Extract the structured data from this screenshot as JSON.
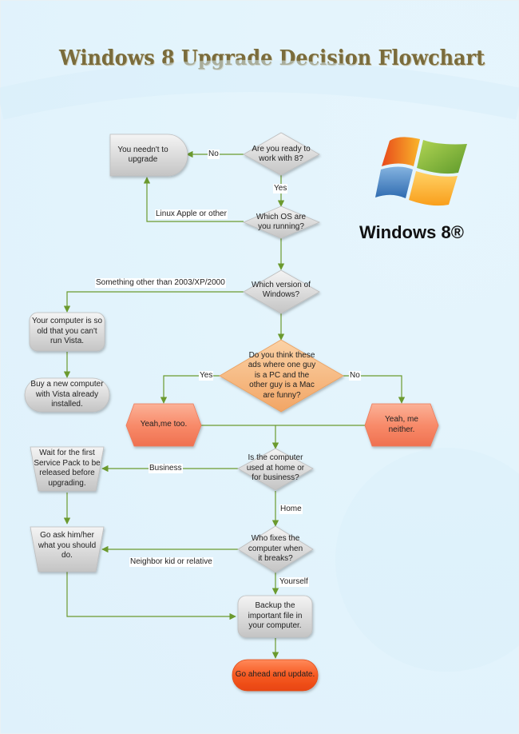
{
  "title": "Windows 8 Upgrade Decision Flowchart",
  "brand": {
    "logo": "windows-logo-icon",
    "label": "Windows 8®"
  },
  "colors": {
    "connector": "#6b9a2e",
    "gray_node": "#d9d9d9",
    "orange_decision": "#f5b47e",
    "salmon_hexagon": "#f78a6b",
    "red_terminal": "#f2541e",
    "title": "#7a6c3c"
  },
  "nodes": {
    "ready": "Are you ready to work with 8?",
    "no_need": "You needn't to upgrade",
    "which_os": "Which OS are you running?",
    "which_version": "Which version of Windows?",
    "too_old": "Your computer is so old that you can't run Vista.",
    "buy_new": "Buy a new computer with Vista already installed.",
    "ads_funny": "Do you think these ads where one guy is a PC and the other guy is a Mac are funny?",
    "yeah_too": "Yeah,me too.",
    "yeah_neither": "Yeah, me neither.",
    "home_business": "Is the computer used at home or for business?",
    "wait_sp": "Wait for the first Service Pack to be released before upgrading.",
    "who_fixes": "Who fixes the computer when it breaks?",
    "go_ask": "Go ask him/her what you should do.",
    "backup": "Backup the important file in your computer.",
    "go_ahead": "Go ahead and update."
  },
  "edge_labels": {
    "no": "No",
    "yes": "Yes",
    "linux": "Linux Apple or other",
    "something_other": "Something other than 2003/XP/2000",
    "ads_yes": "Yes",
    "ads_no": "No",
    "business": "Business",
    "home": "Home",
    "neighbor": "Neighbor kid or relative",
    "yourself": "Yourself"
  }
}
